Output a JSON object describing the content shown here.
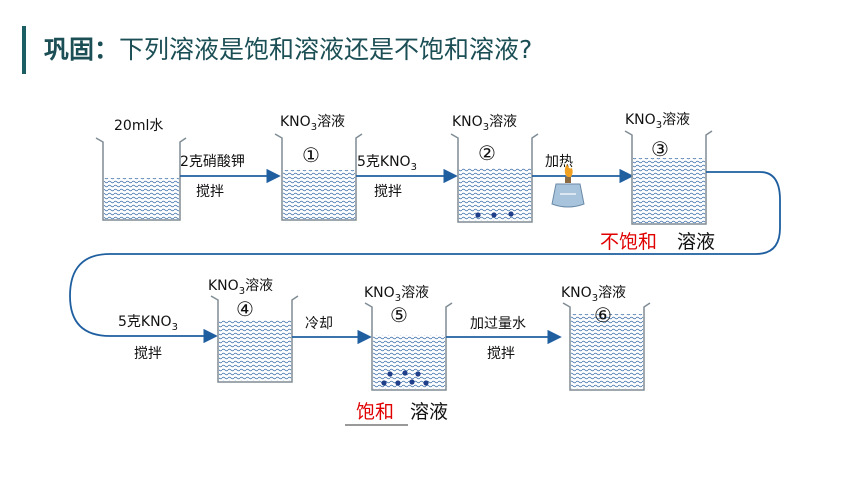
{
  "title": {
    "prefix": "巩固：",
    "text": "下列溶液是饱和溶液还是不饱和溶液?"
  },
  "beakers": [
    {
      "label": "20ml水"
    },
    {
      "label_main": "KNO",
      "label_sub": "3",
      "label_tail": "溶液",
      "number": "①"
    },
    {
      "label_main": "KNO",
      "label_sub": "3",
      "label_tail": "溶液",
      "number": "②"
    },
    {
      "label_main": "KNO",
      "label_sub": "3",
      "label_tail": "溶液",
      "number": "③"
    },
    {
      "label_main": "KNO",
      "label_sub": "3",
      "label_tail": "溶液",
      "number": "④"
    },
    {
      "label_main": "KNO",
      "label_sub": "3",
      "label_tail": "溶液",
      "number": "⑤"
    },
    {
      "label_main": "KNO",
      "label_sub": "3",
      "label_tail": "溶液",
      "number": "⑥"
    }
  ],
  "steps": {
    "s1_top": "2克硝酸钾",
    "s1_bottom": "搅拌",
    "s2_top_main": "5克KNO",
    "s2_top_sub": "3",
    "s2_bottom": "搅拌",
    "s3_top": "加热",
    "s4_top_main": "5克KNO",
    "s4_top_sub": "3",
    "s4_bottom": "搅拌",
    "s5_top": "冷却",
    "s6_top": "加过量水",
    "s6_bottom": "搅拌"
  },
  "answers": [
    {
      "answer": "不饱和",
      "suffix": "溶液"
    },
    {
      "answer": "饱和",
      "suffix": "溶液"
    }
  ],
  "colors": {
    "accent": "#1b5e63",
    "arrow": "#1f5fa0",
    "answer": "#e00000",
    "liquid": "#4a7ab0"
  }
}
